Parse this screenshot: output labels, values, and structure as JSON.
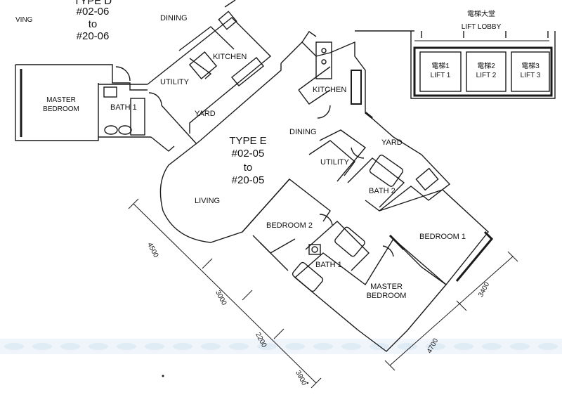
{
  "unit_06": {
    "title_lines": [
      "TYPE D",
      "#02-06",
      "to",
      "#20-06"
    ],
    "rooms": {
      "living_partial": "VING",
      "dining": "DINING",
      "kitchen": "KITCHEN",
      "utility": "UTILITY",
      "yard": "YARD",
      "master_bedroom_l1": "MASTER",
      "master_bedroom_l2": "BEDROOM",
      "bath": "BATH 1"
    }
  },
  "lift_lobby": {
    "chinese_title": "電梯大堂",
    "title": "LIFT LOBBY",
    "lifts": [
      {
        "chinese": "電梯1",
        "label": "LIFT 1"
      },
      {
        "chinese": "電梯2",
        "label": "LIFT 2"
      },
      {
        "chinese": "電梯3",
        "label": "LIFT 3"
      }
    ]
  },
  "unit_05": {
    "title_lines": [
      "TYPE E",
      "#02-05",
      "to",
      "#20-05"
    ],
    "rooms": {
      "kitchen": "KITCHEN",
      "dining": "DINING",
      "yard": "YARD",
      "utility": "UTILITY",
      "bath2": "BATH 2",
      "living": "LIVING",
      "bedroom2": "BEDROOM 2",
      "bedroom1": "BEDROOM 1",
      "bath1": "BATH 1",
      "master_l1": "MASTER",
      "master_l2": "BEDROOM"
    }
  },
  "dimensions": {
    "left_side": [
      "4500",
      "3000",
      "2200",
      "3900"
    ],
    "right_side": [
      "3400",
      "4700"
    ]
  },
  "colors": {
    "line": "#1a1a1a",
    "watermark": "#dce9f5"
  }
}
